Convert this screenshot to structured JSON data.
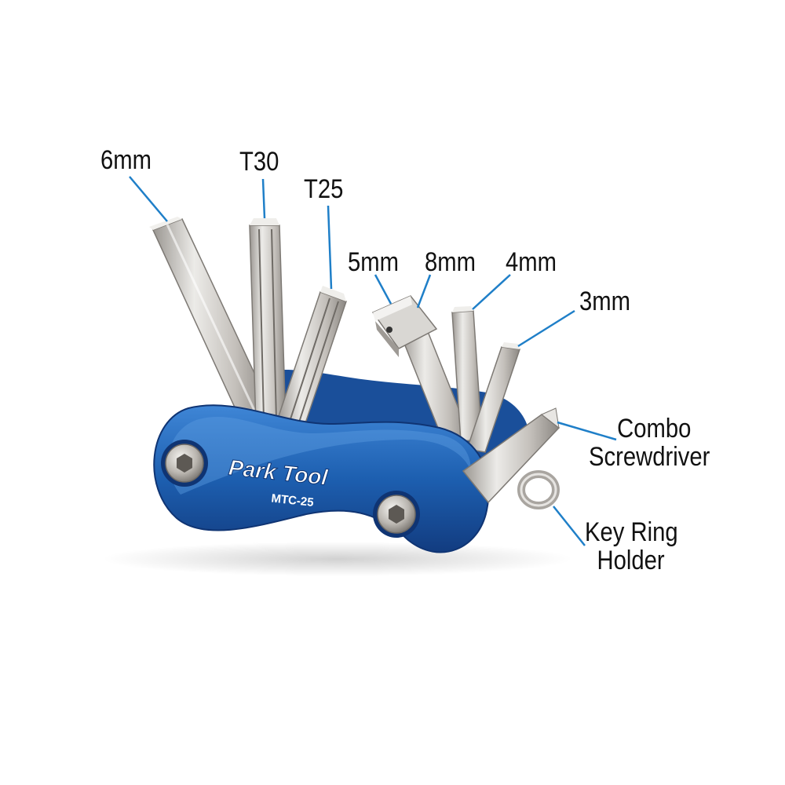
{
  "colors": {
    "leader_line": "#1f7fc8",
    "body_blue": "#1d5fb0",
    "body_blue_dark": "#143f86",
    "steel": "#c9c6c2",
    "steel_dark": "#8e8a85",
    "label_text": "#111111",
    "logo_text": "#ffffff"
  },
  "labels": {
    "hex_6mm": "6mm",
    "torx_t30": "T30",
    "torx_t25": "T25",
    "hex_5mm": "5mm",
    "socket_8mm": "8mm",
    "hex_4mm": "4mm",
    "hex_3mm": "3mm",
    "screwdriver_line1": "Combo",
    "screwdriver_line2": "Screwdriver",
    "keyring_line1": "Key Ring",
    "keyring_line2": "Holder"
  },
  "tool": {
    "brand": "Park Tool",
    "model": "MTC-25"
  }
}
